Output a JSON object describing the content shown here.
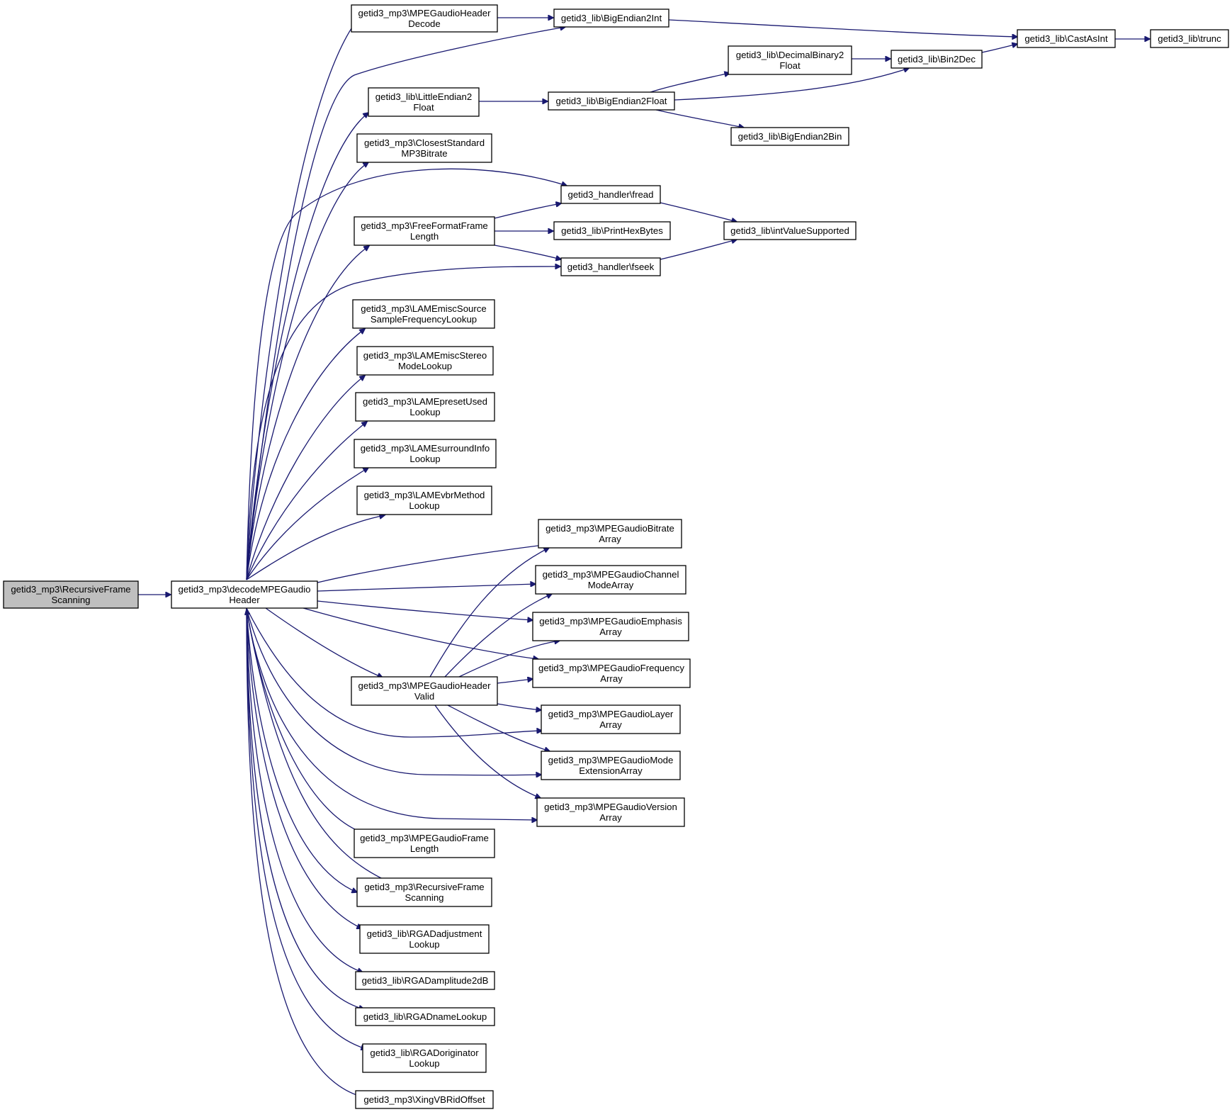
{
  "colors": {
    "edge": "#191970",
    "node_border": "#000000",
    "root_fill": "#bfbfbf",
    "node_fill": "#ffffff",
    "background": "#ffffff"
  },
  "nodes": [
    {
      "id": "root",
      "lines": [
        "getid3_mp3\\RecursiveFrame",
        "Scanning"
      ],
      "highlight": true
    },
    {
      "id": "decodeMPEG",
      "lines": [
        "getid3_mp3\\decodeMPEGaudio",
        "Header"
      ]
    },
    {
      "id": "mpegHeaderDecode",
      "lines": [
        "getid3_mp3\\MPEGaudioHeader",
        "Decode"
      ]
    },
    {
      "id": "bigEndian2Int",
      "lines": [
        "getid3_lib\\BigEndian2Int"
      ]
    },
    {
      "id": "castAsInt",
      "lines": [
        "getid3_lib\\CastAsInt"
      ]
    },
    {
      "id": "trunc",
      "lines": [
        "getid3_lib\\trunc"
      ]
    },
    {
      "id": "decimalBinary2Float",
      "lines": [
        "getid3_lib\\DecimalBinary2",
        "Float"
      ]
    },
    {
      "id": "bin2Dec",
      "lines": [
        "getid3_lib\\Bin2Dec"
      ]
    },
    {
      "id": "littleEndian2Float",
      "lines": [
        "getid3_lib\\LittleEndian2",
        "Float"
      ]
    },
    {
      "id": "bigEndian2Float",
      "lines": [
        "getid3_lib\\BigEndian2Float"
      ]
    },
    {
      "id": "bigEndian2Bin",
      "lines": [
        "getid3_lib\\BigEndian2Bin"
      ]
    },
    {
      "id": "closestStandard",
      "lines": [
        "getid3_mp3\\ClosestStandard",
        "MP3Bitrate"
      ]
    },
    {
      "id": "fread",
      "lines": [
        "getid3_handler\\fread"
      ]
    },
    {
      "id": "freeFormat",
      "lines": [
        "getid3_mp3\\FreeFormatFrame",
        "Length"
      ]
    },
    {
      "id": "printHexBytes",
      "lines": [
        "getid3_lib\\PrintHexBytes"
      ]
    },
    {
      "id": "intValueSupported",
      "lines": [
        "getid3_lib\\intValueSupported"
      ]
    },
    {
      "id": "fseek",
      "lines": [
        "getid3_handler\\fseek"
      ]
    },
    {
      "id": "lameSource",
      "lines": [
        "getid3_mp3\\LAMEmiscSource",
        "SampleFrequencyLookup"
      ]
    },
    {
      "id": "lameStereo",
      "lines": [
        "getid3_mp3\\LAMEmiscStereo",
        "ModeLookup"
      ]
    },
    {
      "id": "lamePreset",
      "lines": [
        "getid3_mp3\\LAMEpresetUsed",
        "Lookup"
      ]
    },
    {
      "id": "lameSurround",
      "lines": [
        "getid3_mp3\\LAMEsurroundInfo",
        "Lookup"
      ]
    },
    {
      "id": "lameVbr",
      "lines": [
        "getid3_mp3\\LAMEvbrMethod",
        "Lookup"
      ]
    },
    {
      "id": "mpegBitrate",
      "lines": [
        "getid3_mp3\\MPEGaudioBitrate",
        "Array"
      ]
    },
    {
      "id": "mpegChannel",
      "lines": [
        "getid3_mp3\\MPEGaudioChannel",
        "ModeArray"
      ]
    },
    {
      "id": "mpegEmphasis",
      "lines": [
        "getid3_mp3\\MPEGaudioEmphasis",
        "Array"
      ]
    },
    {
      "id": "mpegFrequency",
      "lines": [
        "getid3_mp3\\MPEGaudioFrequency",
        "Array"
      ]
    },
    {
      "id": "mpegHeaderValid",
      "lines": [
        "getid3_mp3\\MPEGaudioHeader",
        "Valid"
      ]
    },
    {
      "id": "mpegLayer",
      "lines": [
        "getid3_mp3\\MPEGaudioLayer",
        "Array"
      ]
    },
    {
      "id": "mpegMode",
      "lines": [
        "getid3_mp3\\MPEGaudioMode",
        "ExtensionArray"
      ]
    },
    {
      "id": "mpegVersion",
      "lines": [
        "getid3_mp3\\MPEGaudioVersion",
        "Array"
      ]
    },
    {
      "id": "mpegFrameLength",
      "lines": [
        "getid3_mp3\\MPEGaudioFrame",
        "Length"
      ]
    },
    {
      "id": "recursiveFrame2",
      "lines": [
        "getid3_mp3\\RecursiveFrame",
        "Scanning"
      ]
    },
    {
      "id": "rgaAdjustment",
      "lines": [
        "getid3_lib\\RGADadjustment",
        "Lookup"
      ]
    },
    {
      "id": "rgaAmplitude",
      "lines": [
        "getid3_lib\\RGADamplitude2dB"
      ]
    },
    {
      "id": "rgaName",
      "lines": [
        "getid3_lib\\RGADnameLookup"
      ]
    },
    {
      "id": "rgaOriginator",
      "lines": [
        "getid3_lib\\RGADoriginator",
        "Lookup"
      ]
    },
    {
      "id": "xingVBR",
      "lines": [
        "getid3_mp3\\XingVBRidOffset"
      ]
    }
  ]
}
